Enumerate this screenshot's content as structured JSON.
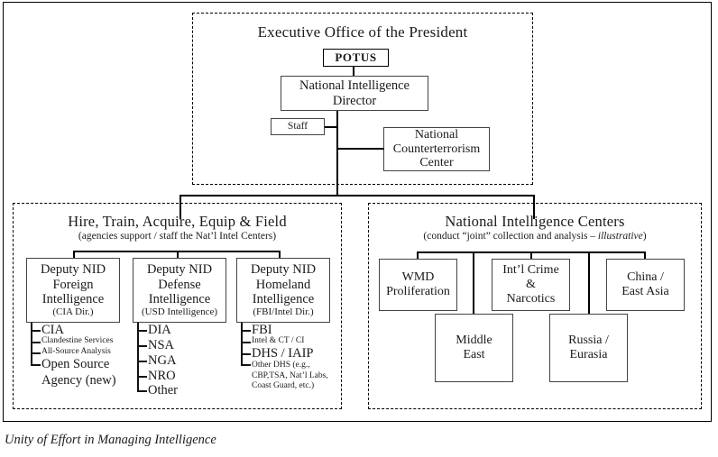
{
  "caption": "Unity of Effort in Managing Intelligence",
  "top_panel": {
    "title": "Executive Office of the President",
    "potus": "POTUS",
    "nid_line1": "National Intelligence",
    "nid_line2": "Director",
    "staff": "Staff",
    "nctc_line1": "National",
    "nctc_line2": "Counterterrorism",
    "nctc_line3": "Center"
  },
  "left_panel": {
    "title": "Hire, Train, Acquire, Equip & Field",
    "subtitle": "(agencies support / staff the Nat’l Intel Centers)",
    "columns": [
      {
        "box": {
          "line1": "Deputy NID",
          "line2": "Foreign",
          "line3": "Intelligence",
          "line4": "(CIA Dir.)"
        },
        "items": [
          {
            "label": "CIA",
            "size": "big"
          },
          {
            "label": "Clandestine Services",
            "size": "small"
          },
          {
            "label": "All-Source Analysis",
            "size": "small"
          },
          {
            "label": "Open Source",
            "size": "big"
          },
          {
            "label": "Agency (new)",
            "size": "big"
          }
        ]
      },
      {
        "box": {
          "line1": "Deputy NID",
          "line2": "Defense",
          "line3": "Intelligence",
          "line4": "(USD Intelligence)"
        },
        "items": [
          {
            "label": "DIA",
            "size": "big"
          },
          {
            "label": "NSA",
            "size": "big"
          },
          {
            "label": "NGA",
            "size": "big"
          },
          {
            "label": "NRO",
            "size": "big"
          },
          {
            "label": "Other",
            "size": "big"
          }
        ]
      },
      {
        "box": {
          "line1": "Deputy NID",
          "line2": "Homeland",
          "line3": "Intelligence",
          "line4": "(FBI/Intel Dir.)"
        },
        "items": [
          {
            "label": "FBI",
            "size": "big"
          },
          {
            "label": "Intel & CT / CI",
            "size": "small"
          },
          {
            "label": "DHS / IAIP",
            "size": "big"
          },
          {
            "label": "Other DHS (e.g., CBP,TSA, Nat’l Labs, Coast Guard, etc.)",
            "size": "small"
          }
        ]
      }
    ]
  },
  "right_panel": {
    "title": "National Intelligence Centers",
    "subtitle_pre": "(conduct “joint” collection and analysis – ",
    "subtitle_ital": "illustrative",
    "subtitle_post": ")",
    "centers": [
      {
        "line1": "WMD",
        "line2": "Proliferation",
        "row": "top"
      },
      {
        "line1": "Middle",
        "line2": "East",
        "row": "bottom"
      },
      {
        "line1": "Int’l Crime",
        "line2": "&",
        "line3": "Narcotics",
        "row": "top"
      },
      {
        "line1": "Russia /",
        "line2": "Eurasia",
        "row": "bottom"
      },
      {
        "line1": "China /",
        "line2": "East Asia",
        "row": "top"
      }
    ]
  },
  "colors": {
    "ink": "#1a1a1a",
    "line": "#000000",
    "box_border": "#444444",
    "page_bg": "#ffffff"
  }
}
